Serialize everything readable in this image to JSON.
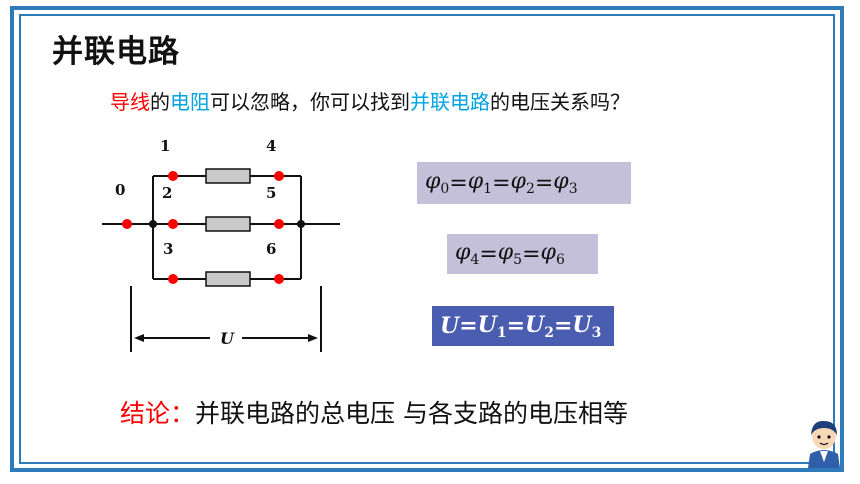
{
  "title": "并联电路",
  "question": {
    "part1": "导线",
    "part2": "的",
    "part3": "电阻",
    "part4": "可以忽略，你可以找到",
    "part5": "并联电路",
    "part6": "的电压关系吗？"
  },
  "circuit": {
    "node_labels": [
      "0",
      "1",
      "2",
      "3",
      "4",
      "5",
      "6"
    ],
    "voltage_label": "U"
  },
  "equations": {
    "eq1": {
      "terms": [
        {
          "sym": "φ",
          "sub": "0"
        },
        {
          "sym": "φ",
          "sub": "1"
        },
        {
          "sym": "φ",
          "sub": "2"
        },
        {
          "sym": "φ",
          "sub": "3"
        }
      ]
    },
    "eq2": {
      "terms": [
        {
          "sym": "φ",
          "sub": "4"
        },
        {
          "sym": "φ",
          "sub": "5"
        },
        {
          "sym": "φ",
          "sub": "6"
        }
      ]
    },
    "eq3": {
      "terms": [
        {
          "sym": "U",
          "sub": ""
        },
        {
          "sym": "U",
          "sub": "1"
        },
        {
          "sym": "U",
          "sub": "2"
        },
        {
          "sym": "U",
          "sub": "3"
        }
      ]
    },
    "equals": "="
  },
  "conclusion": {
    "label": "结论：",
    "text": "并联电路的总电压 与各支路的电压相等"
  },
  "colors": {
    "frame": "#2f7ab8",
    "highlight_red": "#ff0000",
    "highlight_cyan": "#00a3e0",
    "eq_box": "#c5c0d9",
    "eq_box_dark": "#4a5db0",
    "node_dot": "#ff0000"
  }
}
